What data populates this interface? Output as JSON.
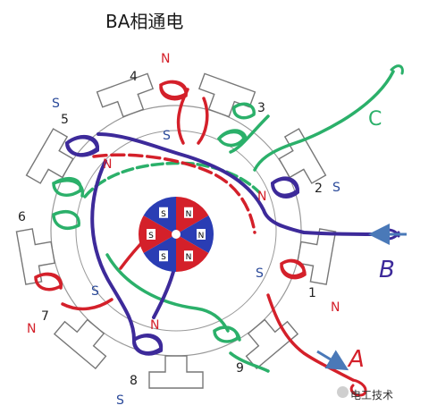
{
  "title": "BA相通电",
  "watermark": "电工技术",
  "labels": {
    "tooth1": "1",
    "tooth2": "2",
    "tooth3": "3",
    "tooth4": "4",
    "tooth5": "5",
    "tooth6": "6",
    "tooth7": "7",
    "tooth8": "8",
    "tooth9": "9",
    "pole_n_top": "N",
    "pole_s_5": "S",
    "pole_n_5": "N",
    "pole_s_4": "S",
    "pole_n_2": "N",
    "pole_s_2": "S",
    "pole_s_1": "S",
    "pole_n_1": "N",
    "pole_s_7": "S",
    "pole_n_7": "N",
    "pole_n_8": "N",
    "pole_s_8": "S",
    "phase_c": "C",
    "phase_b": "B",
    "phase_a": "A"
  },
  "rotor": {
    "segment_labels": [
      "N",
      "N",
      "N",
      "S",
      "S",
      "S"
    ]
  },
  "colors": {
    "red": "#d4202a",
    "blue": "#3d2a9a",
    "green": "#2bb06a",
    "stator": "#888888"
  }
}
